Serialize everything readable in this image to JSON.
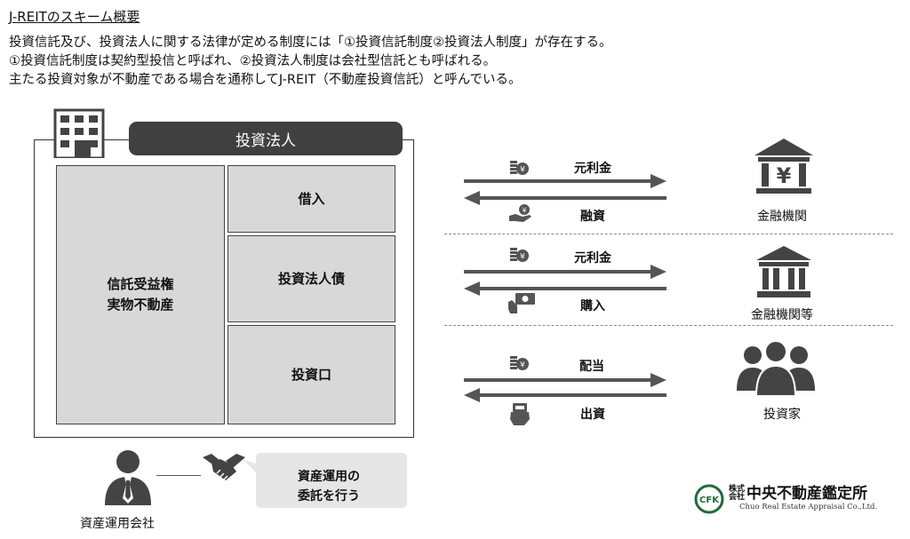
{
  "title": "J-REITのスキーム概要",
  "intro": [
    "投資信託及び、投資法人に関する法律が定める制度には「①投資信託制度②投資法人制度」が存在する。",
    "①投資信託制度は契約型投信と呼ばれ、②投資法人制度は会社型信託とも呼ばれる。",
    "主たる投資対象が不動産である場合を通称してJ-REIT（不動産投資信託）と呼んでいる。"
  ],
  "corporation": {
    "header": "投資法人",
    "assets_line1": "信託受益権",
    "assets_line2": "実物不動産",
    "borrowing": "借入",
    "bonds": "投資法人債",
    "units": "投資口",
    "icon": "building-icon"
  },
  "flows": [
    {
      "out_label": "元利金",
      "in_label": "融資",
      "party": "金融機関",
      "party_icon": "bank-yen-icon",
      "out_icon": "coins-yen-icon",
      "in_icon": "hand-coin-icon"
    },
    {
      "out_label": "元利金",
      "in_label": "購入",
      "party": "金融機関等",
      "party_icon": "institution-icon",
      "out_icon": "coins-yen-icon",
      "in_icon": "hand-bill-icon"
    },
    {
      "out_label": "配当",
      "in_label": "出資",
      "party": "投資家",
      "party_icon": "investors-group-icon",
      "out_icon": "coins-yen-icon",
      "in_icon": "hand-money-icon"
    }
  ],
  "asset_manager": {
    "label": "資産運用会社",
    "callout_line1": "資産運用の",
    "callout_line2": "委託を行う"
  },
  "logo": {
    "badge": "CFK",
    "kabushiki_line1": "株式",
    "kabushiki_line2": "会社",
    "name": "中央不動産鑑定所",
    "english": "Chuo Real Estate Appraisal Co.,Ltd."
  },
  "colors": {
    "dark": "#404040",
    "box_fill": "#d8d8d8",
    "arrow": "#555555",
    "logo_green": "#1e6b3a"
  }
}
